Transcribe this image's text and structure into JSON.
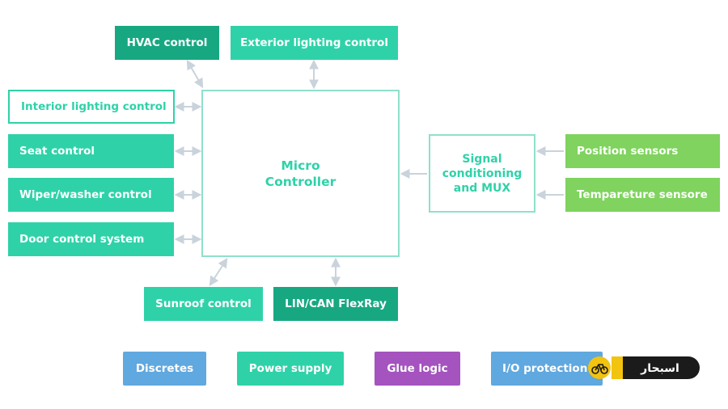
{
  "diagram": {
    "controller": {
      "line1": "Micro",
      "line2": "Controller"
    },
    "signal_block": {
      "line1": "Signal",
      "line2": "conditioning",
      "line3": "and MUX"
    },
    "top_boxes": {
      "hvac": "HVAC control",
      "exterior": "Exterior lighting control"
    },
    "left_boxes": {
      "interior": "Interior lighting control",
      "seat": "Seat control",
      "wiper": "Wiper/washer control",
      "door": "Door control system"
    },
    "bottom_boxes": {
      "sunroof": "Sunroof control",
      "lin": "LIN/CAN FlexRay"
    },
    "sensors": {
      "position": "Position sensors",
      "temperature": "Tempareture sensore"
    },
    "legend": {
      "discretes": "Discretes",
      "power": "Power supply",
      "glue": "Glue logic",
      "io": "I/O protection"
    }
  },
  "colors": {
    "teal": "#2fd2a8",
    "dark_teal": "#17a882",
    "green": "#7fd35e",
    "blue": "#5fa8e0",
    "purple": "#a453bf",
    "arrow": "#c9d3dc"
  },
  "watermark": {
    "text": "اسبحار",
    "icon": "bicycle-logo-icon"
  }
}
